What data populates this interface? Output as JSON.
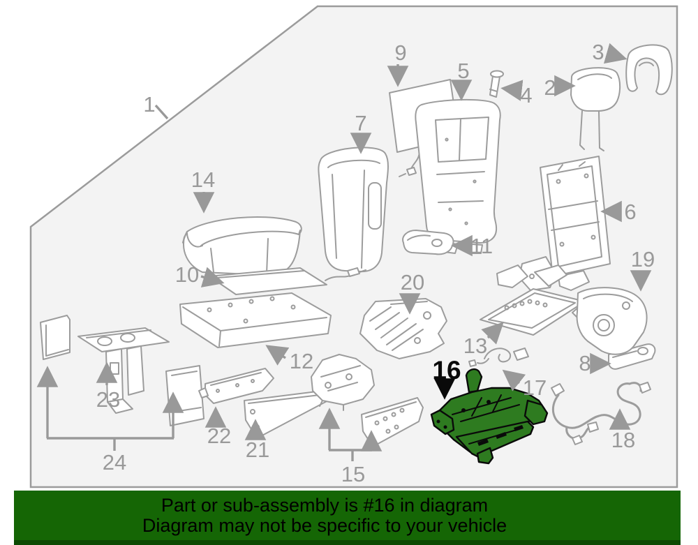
{
  "banner": {
    "line1": "Part or sub-assembly is #16 in diagram",
    "line2": "Diagram may not be specific to your vehicle"
  },
  "highlight": {
    "part_label": "16"
  },
  "colors": {
    "banner_green": "#156605",
    "banner_border_green": "#0d4a02",
    "banner_text": "#000000",
    "highlight_green": "#2e7b20",
    "highlight_outline": "#0a0a0a",
    "diagram_bg": "#f3f3f3",
    "sketch_gray": "#9c9c9c",
    "label_gray": "#999999"
  },
  "parts": [
    {
      "label": "1",
      "highlighted": false
    },
    {
      "label": "2",
      "highlighted": false
    },
    {
      "label": "3",
      "highlighted": false
    },
    {
      "label": "4",
      "highlighted": false
    },
    {
      "label": "5",
      "highlighted": false
    },
    {
      "label": "6",
      "highlighted": false
    },
    {
      "label": "7",
      "highlighted": false
    },
    {
      "label": "8",
      "highlighted": false
    },
    {
      "label": "9",
      "highlighted": false
    },
    {
      "label": "10",
      "highlighted": false
    },
    {
      "label": "11",
      "highlighted": false
    },
    {
      "label": "12",
      "highlighted": false
    },
    {
      "label": "13",
      "highlighted": false
    },
    {
      "label": "14",
      "highlighted": false
    },
    {
      "label": "15",
      "highlighted": false
    },
    {
      "label": "16",
      "highlighted": true
    },
    {
      "label": "17",
      "highlighted": false
    },
    {
      "label": "18",
      "highlighted": false
    },
    {
      "label": "19",
      "highlighted": false
    },
    {
      "label": "20",
      "highlighted": false
    },
    {
      "label": "21",
      "highlighted": false
    },
    {
      "label": "22",
      "highlighted": false
    },
    {
      "label": "23",
      "highlighted": false
    },
    {
      "label": "24",
      "highlighted": false
    }
  ]
}
